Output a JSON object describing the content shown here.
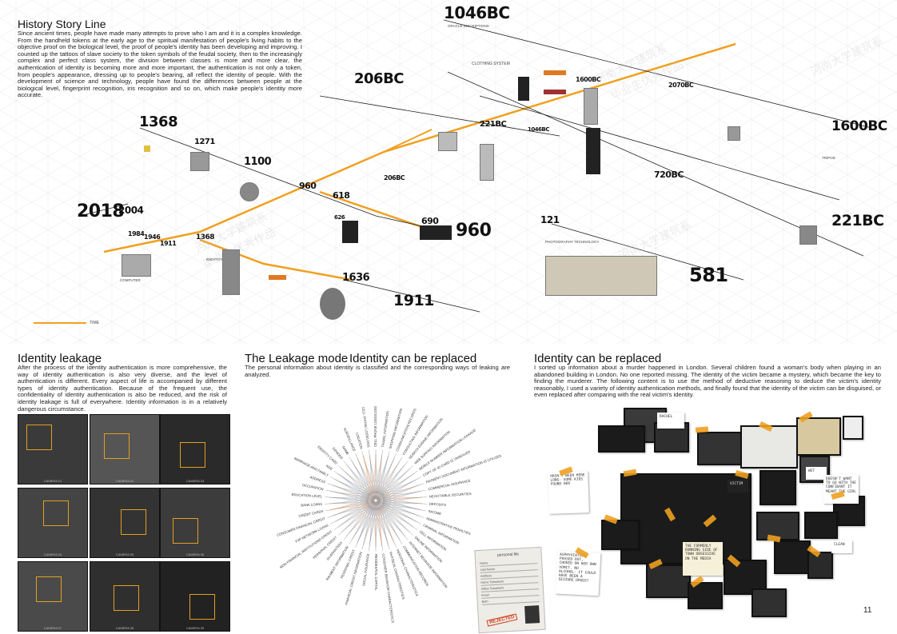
{
  "history": {
    "title": "History Story Line",
    "body": "Since ancient times, people have made many attempts to prove who I am and it is a complex knowledge. From the handheld tokens at the early age to the spiritual manifestation of people's living habits to the objective proof on the biological level, the proof of people's identity has been developing and improving. I counted up the tattoos of slave society to the token symbols of the feudal society, then to the increasingly complex and perfect class system, the division between classes is more and more clear, the authentication of identity is becoming more and more important, the authentication is not only a token, from people's appearance, dressing up to people's bearing, all reflect the identity of people. With the development of science and technology, people have found the differences between people at the biological level, fingerprint recognition, iris recognition and so on, which make people's identity more accurate.",
    "legend": "TIME",
    "labels": {
      "clothing_system": "CLOTHING SYSTEM",
      "computer": "COMPUTER",
      "photography": "PHOTOGRAPHY TECHNOLOGY",
      "identity_card": "IDENTITY CARD",
      "tripod": "TRIPOD",
      "oracle": "ORACLE INSCRIPTIONS"
    },
    "years": {
      "y1046": "1046BC",
      "y206": "206BC",
      "y221a": "221BC",
      "y1600a": "1600BC",
      "y2070": "2070BC",
      "y1046b": "1046BC",
      "y1600b": "1600BC",
      "y720": "720BC",
      "y221b": "221BC",
      "y206b": "206BC",
      "y1368a": "1368",
      "y1271": "1271",
      "y1100": "1100",
      "y960a": "960",
      "y618": "618",
      "y626": "626",
      "y690": "690",
      "y960b": "960",
      "y121": "121",
      "y581": "581",
      "y2018": "2018",
      "y2004": "2004",
      "y1984": "1984",
      "y1946": "1946",
      "y1911a": "1911",
      "y1368b": "1368",
      "y1636": "1636",
      "y1911b": "1911"
    }
  },
  "leakage": {
    "title": "Identity leakage",
    "body": "After the process of the identity authentication is more comprehensive, the way of identity authentication is also very diverse, and the level of authentication is different. Every aspect of life is accompanied by different types of identity authentication. Because of the frequent use, the confidentiality of identity authentication is also be reduced, and the risk of identity leakage is full of everywhere. Identity information is in a relatively dangerous circumstance.",
    "cameras": [
      "CAMERA 01",
      "CAMERA 02",
      "CAMERA 03",
      "CAMERA 04",
      "CAMERA 05",
      "CAMERA 06",
      "CAMERA 07",
      "CAMERA 08",
      "CAMERA 09"
    ]
  },
  "mode": {
    "title1": "The Leakage mode",
    "title2": "Identity can be replaced",
    "body": "The personal information about identity is classified and the corresponding ways of leaking are analyzed.",
    "labels": [
      "CELL PHONE LOSS/LOSS",
      "TRAVEL INFORMATION",
      "SHOPPING INFORMATION",
      "COMMUNICATION RECORDS",
      "CONSULTING INFORMATION",
      "SEARCH ENGINE INFORMATION",
      "WEB SURFING INFORMATION",
      "MOBILE NUMBER INFORMATION LEAKAGE",
      "COPY OF ID CARD IS UNSEALED",
      "PAYMENT DOCUMENT INFORMATION IS UTILIZED",
      "COMMERCIAL INSURANCE",
      "NEGOTIABLE SECURITIES",
      "DEPOSITS",
      "INCOME",
      "ADMINISTRATIVE PENALTIES",
      "CRIMINAL INFORMATION",
      "CELL INFORMATION",
      "ONLINE INFORMATION",
      "INTERNET BEHAVIOR INFORMATION",
      "COMMUNICATION RECORDS",
      "PERSONAL CHARACTERISTICS",
      "PHYSICAL CHARACTERISTICS",
      "CONSUMER BEHAVIOR CHARACTERISTICS",
      "RESIDENTIAL CAPITAL",
      "SOCIAL INSURANCE",
      "FINANCIAL CREDIT INFORMATION",
      "PERSONAL CREDIT",
      "PAYMENT INFORMATION",
      "GUARANTEES",
      "PERSONAL CREDIT",
      "NON FINANCIAL INSTITUTIONS CREDIT",
      "P2P NETWORK LOANS",
      "CONSUMER FINANCIAL CREDIT",
      "CREDIT CARDS",
      "BANK LOANS",
      "EDUCATION LEVEL",
      "OCCUPATION",
      "ADDRESS",
      "MARRIAGE AND FAMILY",
      "AGE",
      "IDENTITY CARD",
      "GENDER",
      "NAME",
      "SURVEILLANCE",
      "LOCATION",
      "CELL PHONE LOSS/LOSS"
    ],
    "file": {
      "title": "personal file",
      "fields": [
        "Name",
        "Last Name",
        "Address",
        "Home Telephone",
        "Office Telephone",
        "Email",
        "Birth"
      ],
      "stamp": "REJECTED"
    }
  },
  "replaced": {
    "title": "Identity can be replaced",
    "body": "I sorted up information about a murder happened in London. Several children found a woman's body when playing in an abandoned building in London. No one reported missing. The identity of the victim became a mystery, which became the key to finding the murderer. The following content is to use the method of deductive reasoning to deduce the victim's identity reasonably, I used a variety of identity authentication methods, and finally found that the identity of the victim can be disguised, or even replaced after comparing with the real victim's identity.",
    "notes": {
      "n1": "HASN'T BEEN HERE LONG- SOME KIDS FOUND HER",
      "n2": "ASPHYXIATION- PASSED OUT, CHOKED ON HER OWN VOMIT. NO ALCOHOL- IT COULD HAVE BEEN A SEIZURE DRUGS?",
      "n3": "THE FORMERLY RUNNING SIDE OF TOWN OBSESSIVE ON THE MEDIA",
      "n4": "RACHEL",
      "n5": "WET",
      "n6": "CLEAN",
      "n7": "VICTIM",
      "n8": "DOESN'T WANT TO GO WITH THE CONFIDANT IT MEANT THE GIRL"
    },
    "page_number": "11"
  },
  "watermarks": [
    "河南大学建筑系",
    "毕业生优秀作品"
  ]
}
